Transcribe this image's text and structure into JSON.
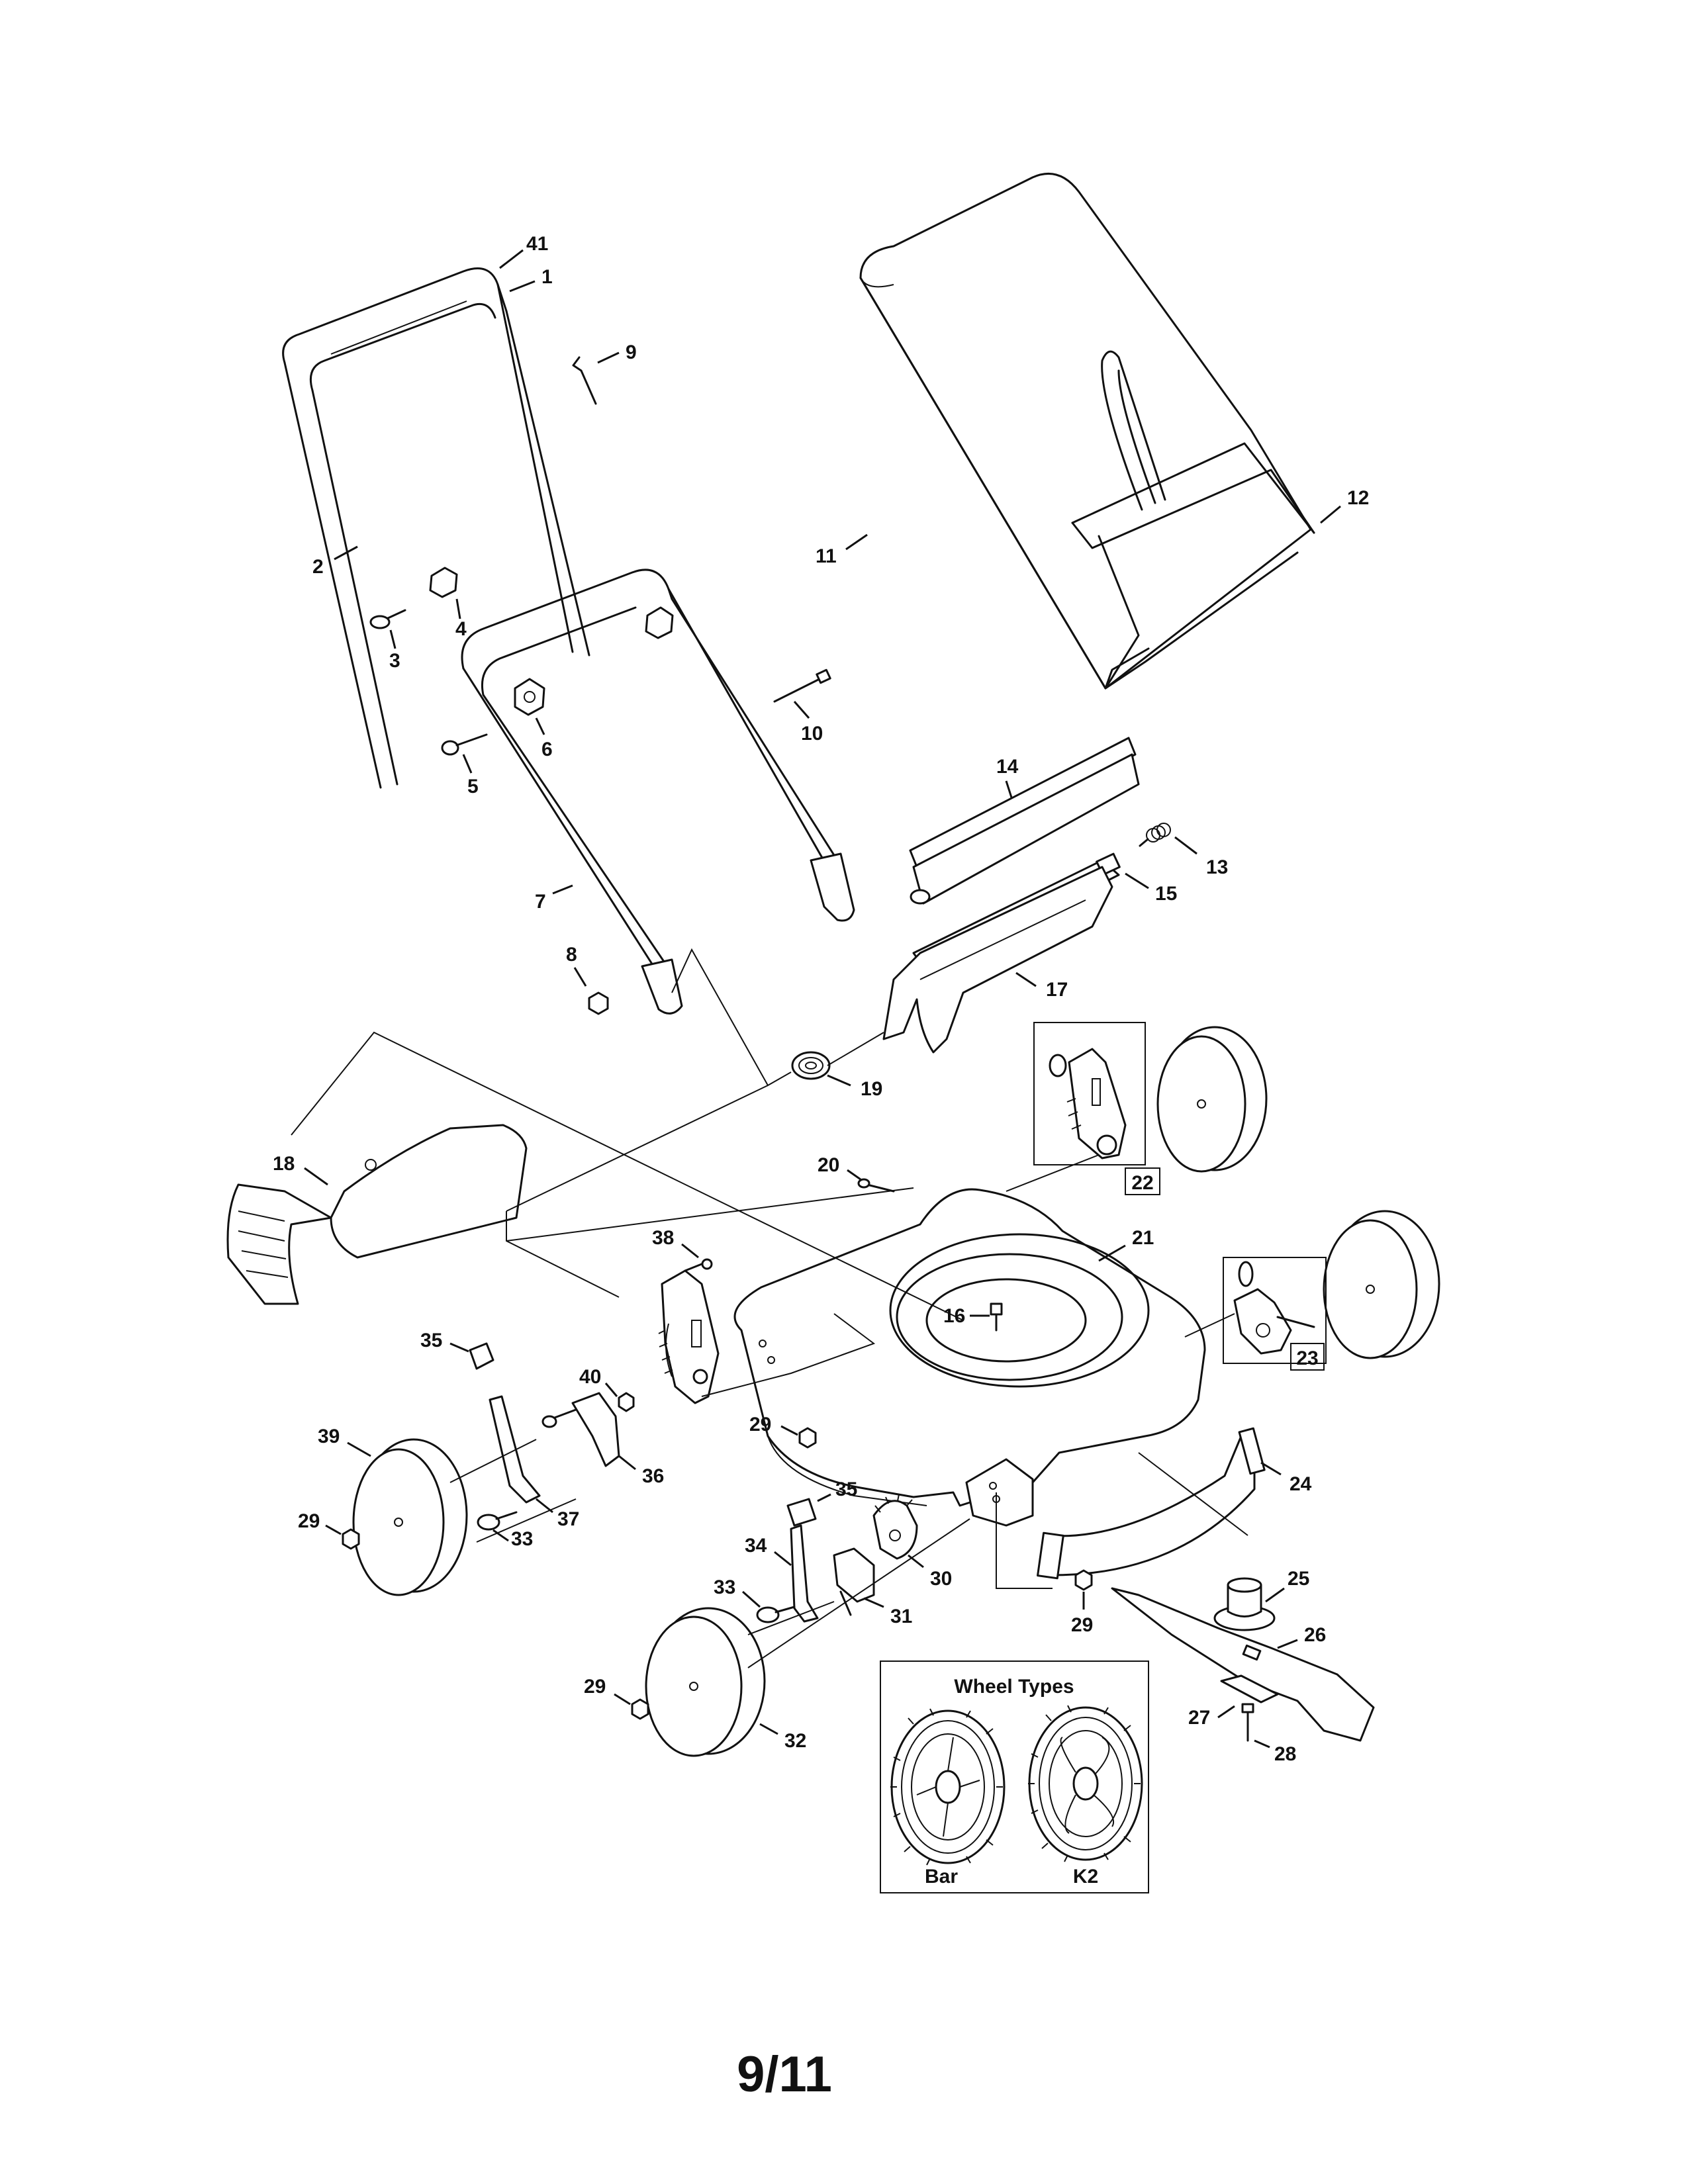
{
  "callouts": [
    {
      "label": "41"
    },
    {
      "label": "1"
    },
    {
      "label": "9"
    },
    {
      "label": "2"
    },
    {
      "label": "4"
    },
    {
      "label": "3"
    },
    {
      "label": "6"
    },
    {
      "label": "5"
    },
    {
      "label": "10"
    },
    {
      "label": "7"
    },
    {
      "label": "8"
    },
    {
      "label": "11"
    },
    {
      "label": "12"
    },
    {
      "label": "14"
    },
    {
      "label": "13"
    },
    {
      "label": "15"
    },
    {
      "label": "17"
    },
    {
      "label": "19"
    },
    {
      "label": "18"
    },
    {
      "label": "20"
    },
    {
      "label": "22"
    },
    {
      "label": "21"
    },
    {
      "label": "16"
    },
    {
      "label": "23"
    },
    {
      "label": "38"
    },
    {
      "label": "35"
    },
    {
      "label": "40"
    },
    {
      "label": "29"
    },
    {
      "label": "39"
    },
    {
      "label": "36"
    },
    {
      "label": "37"
    },
    {
      "label": "29"
    },
    {
      "label": "33"
    },
    {
      "label": "35"
    },
    {
      "label": "34"
    },
    {
      "label": "30"
    },
    {
      "label": "33"
    },
    {
      "label": "31"
    },
    {
      "label": "24"
    },
    {
      "label": "25"
    },
    {
      "label": "29"
    },
    {
      "label": "26"
    },
    {
      "label": "29"
    },
    {
      "label": "32"
    },
    {
      "label": "27"
    },
    {
      "label": "28"
    }
  ],
  "wheel_types": {
    "title": "Wheel Types",
    "bar_label": "Bar",
    "k2_label": "K2"
  },
  "page_number": "9/11"
}
